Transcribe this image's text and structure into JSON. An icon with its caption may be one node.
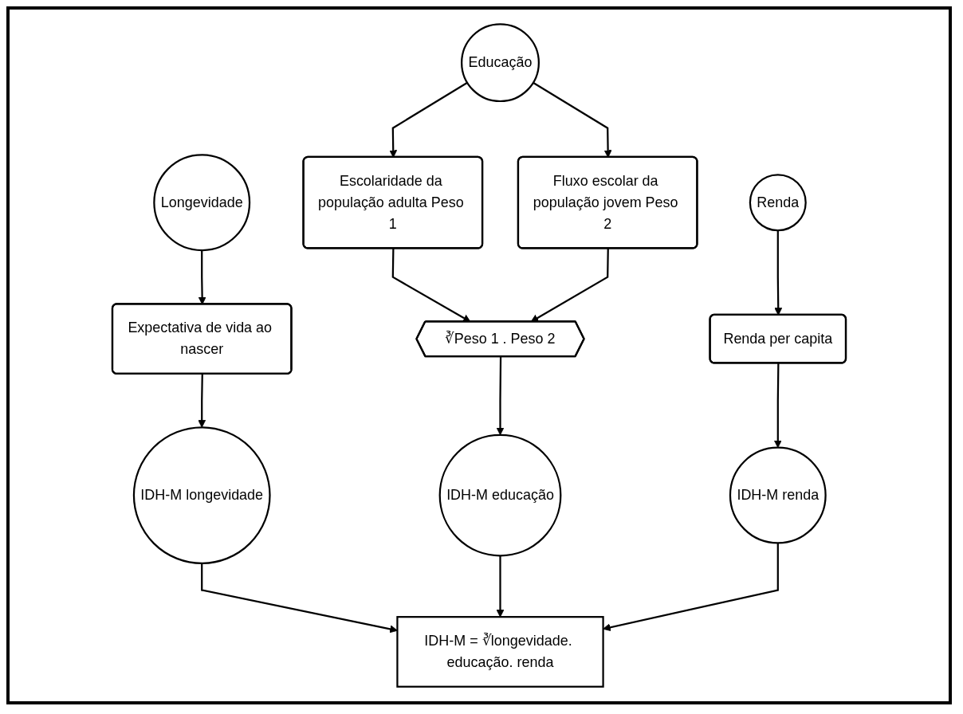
{
  "diagram": {
    "nodes": [
      {
        "text": [
          "Longevidade"
        ]
      },
      {
        "text": [
          "Educação"
        ]
      },
      {
        "text": [
          "Renda"
        ]
      },
      {
        "text": [
          "Expectativa de vida ao nascer"
        ]
      },
      {
        "text": [
          "Escolaridade da população adulta Peso 1"
        ]
      },
      {
        "text": [
          "Fluxo escolar da população jovem Peso 2"
        ]
      },
      {
        "text": [
          "Renda per capita"
        ]
      },
      {
        "text": [
          "∛Peso 1 . Peso 2"
        ]
      },
      {
        "text": [
          "IDH-M longevidade"
        ]
      },
      {
        "text": [
          "IDH-M educação"
        ]
      },
      {
        "text": [
          "IDH-M renda"
        ]
      },
      {
        "text": [
          "IDH-M = ∛longevidade. educação. renda"
        ]
      }
    ],
    "edges": [
      {
        "from": 0,
        "to": 3,
        "arrow": "to"
      },
      {
        "from": 1,
        "to": 4,
        "arrow": "to"
      },
      {
        "from": 1,
        "to": 5,
        "arrow": "to"
      },
      {
        "from": 2,
        "to": 6,
        "arrow": "to"
      },
      {
        "from": 4,
        "to": 7,
        "arrow": "to"
      },
      {
        "from": 5,
        "to": 7,
        "arrow": "to"
      },
      {
        "from": 3,
        "to": 8,
        "arrow": "to"
      },
      {
        "from": 7,
        "to": 9,
        "arrow": "to"
      },
      {
        "from": 6,
        "to": 10,
        "arrow": "to"
      },
      {
        "from": 8,
        "to": 11,
        "arrow": "to"
      },
      {
        "from": 9,
        "to": 11,
        "arrow": "to"
      },
      {
        "from": 10,
        "to": 11,
        "arrow": "to"
      }
    ]
  }
}
